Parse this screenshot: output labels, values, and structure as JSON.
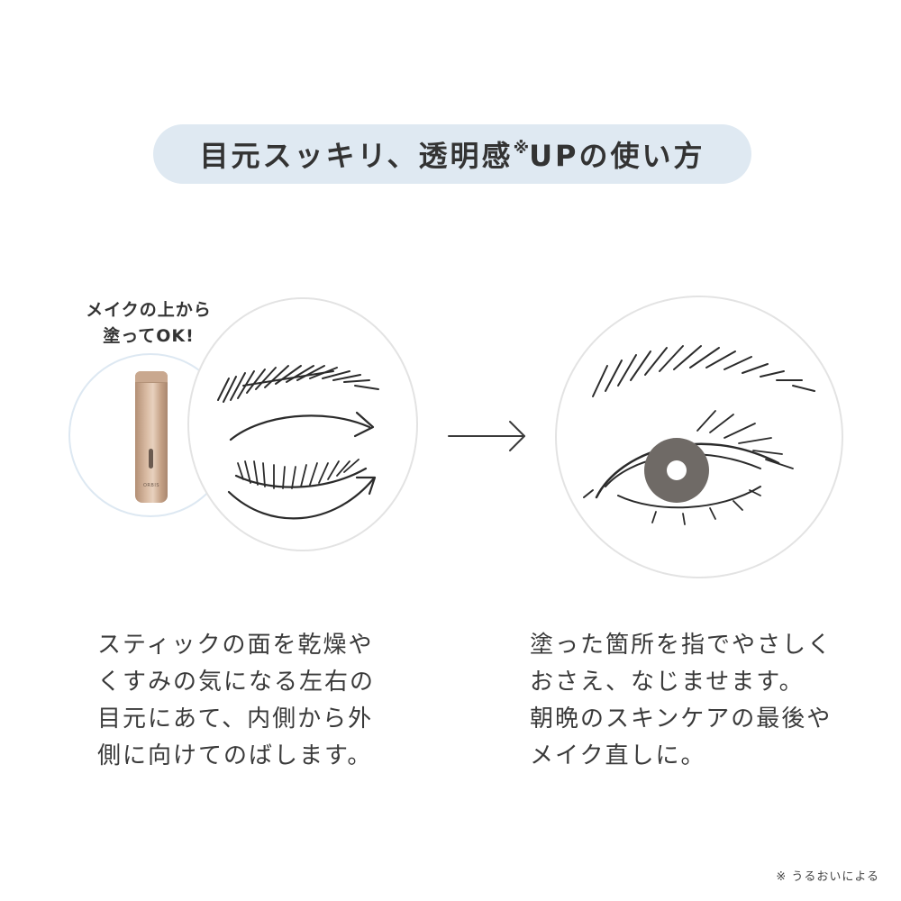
{
  "header": {
    "title_main": "目元スッキリ、透明感",
    "title_mark": "※",
    "title_tail": "UPの使い方"
  },
  "product_note": {
    "line1": "メイクの上から",
    "line2": "塗ってOK!"
  },
  "product": {
    "logo_text": "ORBIS"
  },
  "steps": [
    {
      "text": "スティックの面を乾燥や\nくすみの気になる左右の\n目元にあて、内側から外\n側に向けてのばします。"
    },
    {
      "text": "塗った箇所を指でやさしく\nおさえ、なじませます。\n朝晩のスキンケアの最後や\nメイク直しに。"
    }
  ],
  "footnote": "※ うるおいによる",
  "colors": {
    "pill_background": "#dfe9f2",
    "product_circle_border": "#dde8f2",
    "iris": "#6f6a66",
    "stick_gold": "#d9bba3"
  },
  "icons": {
    "arrow": "right-arrow-icon"
  }
}
